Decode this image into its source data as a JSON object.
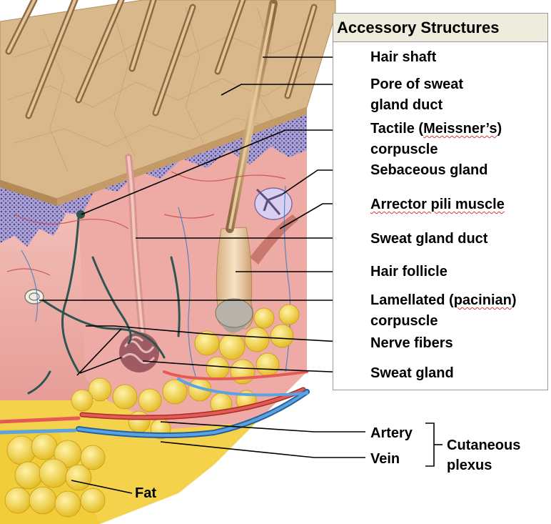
{
  "title": "Accessory Structures",
  "labels": {
    "hair_shaft": "Hair shaft",
    "pore_line1": "Pore of sweat",
    "pore_line2": "gland duct",
    "tactile_pre": "Tactile (",
    "tactile_word": "Meissner’s",
    "tactile_post": ")",
    "tactile_line2": "corpuscle",
    "sebaceous": "Sebaceous gland",
    "arrector": "Arrector pili muscle",
    "sweat_duct": "Sweat gland duct",
    "hair_follicle": "Hair follicle",
    "lamellated_pre": "Lamellated (",
    "lamellated_word": "pacinian",
    "lamellated_post": ")",
    "lamellated_line2": "corpuscle",
    "nerve_fibers": "Nerve fibers",
    "sweat_gland": "Sweat gland",
    "artery": "Artery",
    "vein": "Vein",
    "cutaneous_line1": "Cutaneous",
    "cutaneous_line2": "plexus",
    "fat": "Fat"
  },
  "colors": {
    "epidermis_top": "#d8b688",
    "epidermis_side": "#c9a06e",
    "basal_layer": "#9a90c8",
    "dermis": "#f0b9b3",
    "hypodermis_fat": "#f2d34a",
    "artery": "#d9403c",
    "vein": "#3b7fc4",
    "nerve": "#2f5550",
    "hair": "#c79a62"
  }
}
